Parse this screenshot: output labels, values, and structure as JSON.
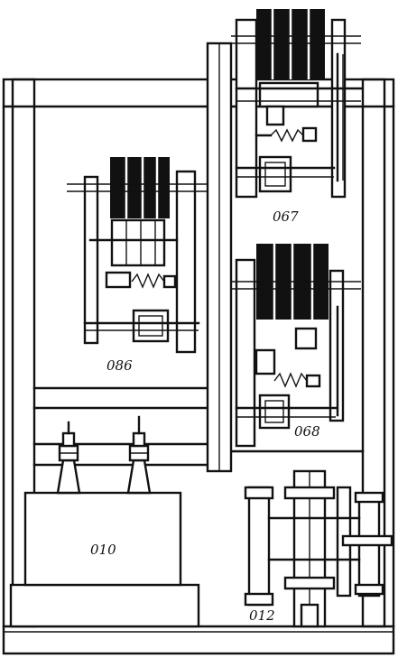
{
  "labels": {
    "relay_upper_right": "067",
    "relay_left": "086",
    "relay_lower_right": "068",
    "transformer": "010",
    "terminal_block": "012"
  },
  "colors": {
    "ink": "#111111",
    "paper": "#ffffff"
  }
}
